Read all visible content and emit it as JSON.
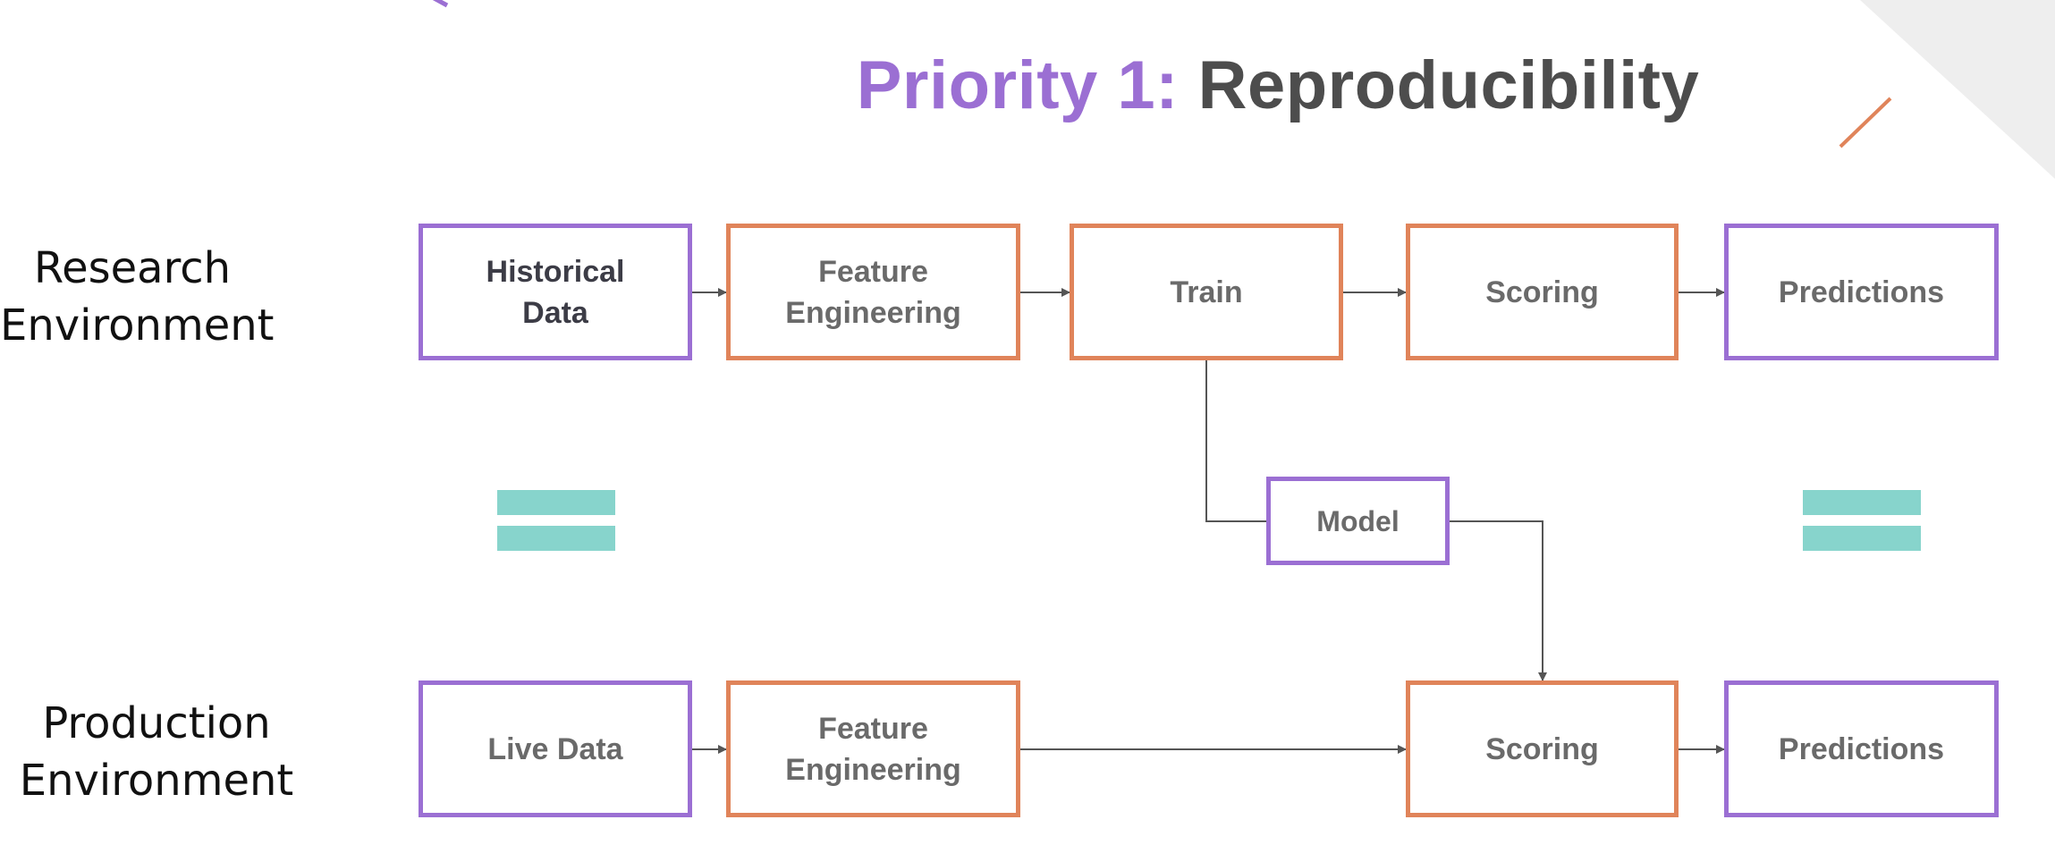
{
  "title": {
    "accent": "Priority 1:",
    "main": "Reproducibility"
  },
  "environments": {
    "research": {
      "line1": "Research",
      "line2": "Environment"
    },
    "production": {
      "line1": "Production",
      "line2": "Environment"
    }
  },
  "research_row": {
    "historical_data": {
      "line1": "Historical",
      "line2": "Data"
    },
    "feature_engineering": {
      "line1": "Feature",
      "line2": "Engineering"
    },
    "train": "Train",
    "scoring": "Scoring",
    "predictions": "Predictions"
  },
  "model": "Model",
  "production_row": {
    "live_data": "Live Data",
    "feature_engineering": {
      "line1": "Feature",
      "line2": "Engineering"
    },
    "scoring": "Scoring",
    "predictions": "Predictions"
  },
  "colors": {
    "purple": "#9b6fd3",
    "orange": "#e0845a",
    "teal": "#87d4cc",
    "title_dark": "#4d4d4d",
    "connector": "#555555"
  }
}
